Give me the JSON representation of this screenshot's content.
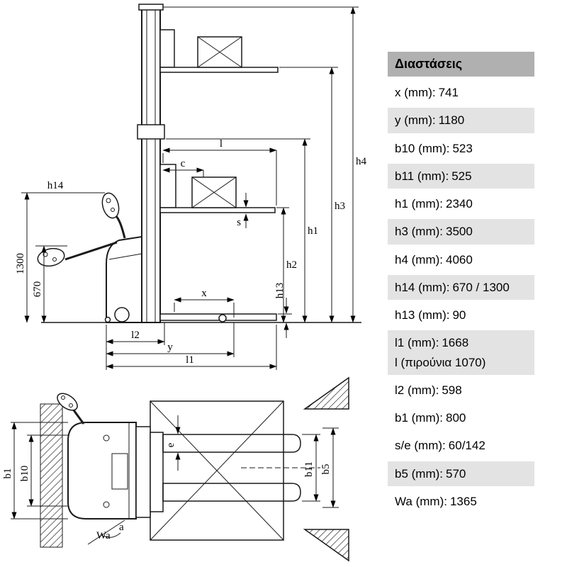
{
  "table": {
    "header": "Διαστάσεις",
    "rows": [
      {
        "label": "x (mm):",
        "value": "741",
        "shaded": false
      },
      {
        "label": "y (mm):",
        "value": "1180",
        "shaded": true
      },
      {
        "label": "b10 (mm):",
        "value": "523",
        "shaded": false
      },
      {
        "label": "b11 (mm):",
        "value": "525",
        "shaded": true
      },
      {
        "label": "h1 (mm):",
        "value": "2340",
        "shaded": false
      },
      {
        "label": "h3 (mm):",
        "value": "3500",
        "shaded": true
      },
      {
        "label": "h4 (mm):",
        "value": "4060",
        "shaded": false
      },
      {
        "label": "h14 (mm):",
        "value": "670 / 1300",
        "shaded": true
      },
      {
        "label": "h13 (mm):",
        "value": "90",
        "shaded": false
      },
      {
        "label": "l1 (mm):",
        "value": "1668",
        "label2": "l (πιρούνια 1070)",
        "shaded": true
      },
      {
        "label": "l2 (mm):",
        "value": "598",
        "shaded": false
      },
      {
        "label": "b1 (mm):",
        "value": "800",
        "shaded": false
      },
      {
        "label": "s/e (mm):",
        "value": "60/142",
        "shaded": false
      },
      {
        "label": "b5 (mm):",
        "value": "570",
        "shaded": true
      },
      {
        "label": "Wa (mm):",
        "value": "1365",
        "shaded": false
      }
    ]
  },
  "diagram": {
    "side_labels": {
      "h14": "h14",
      "v1300": "1300",
      "v670": "670",
      "l": "l",
      "c": "c",
      "s": "s",
      "x": "x",
      "y": "y",
      "l2": "l2",
      "l1": "l1",
      "h1": "h1",
      "h2": "h2",
      "h3": "h3",
      "h4": "h4",
      "h13": "h13"
    },
    "top_labels": {
      "b1": "b1",
      "b10": "b10",
      "e": "e",
      "b11": "b11",
      "b5": "b5",
      "wa": "Wa",
      "a": "a"
    }
  },
  "colors": {
    "header_bg": "#b0b0b0",
    "row_shaded_bg": "#e3e3e3",
    "line": "#1a1a1a"
  }
}
